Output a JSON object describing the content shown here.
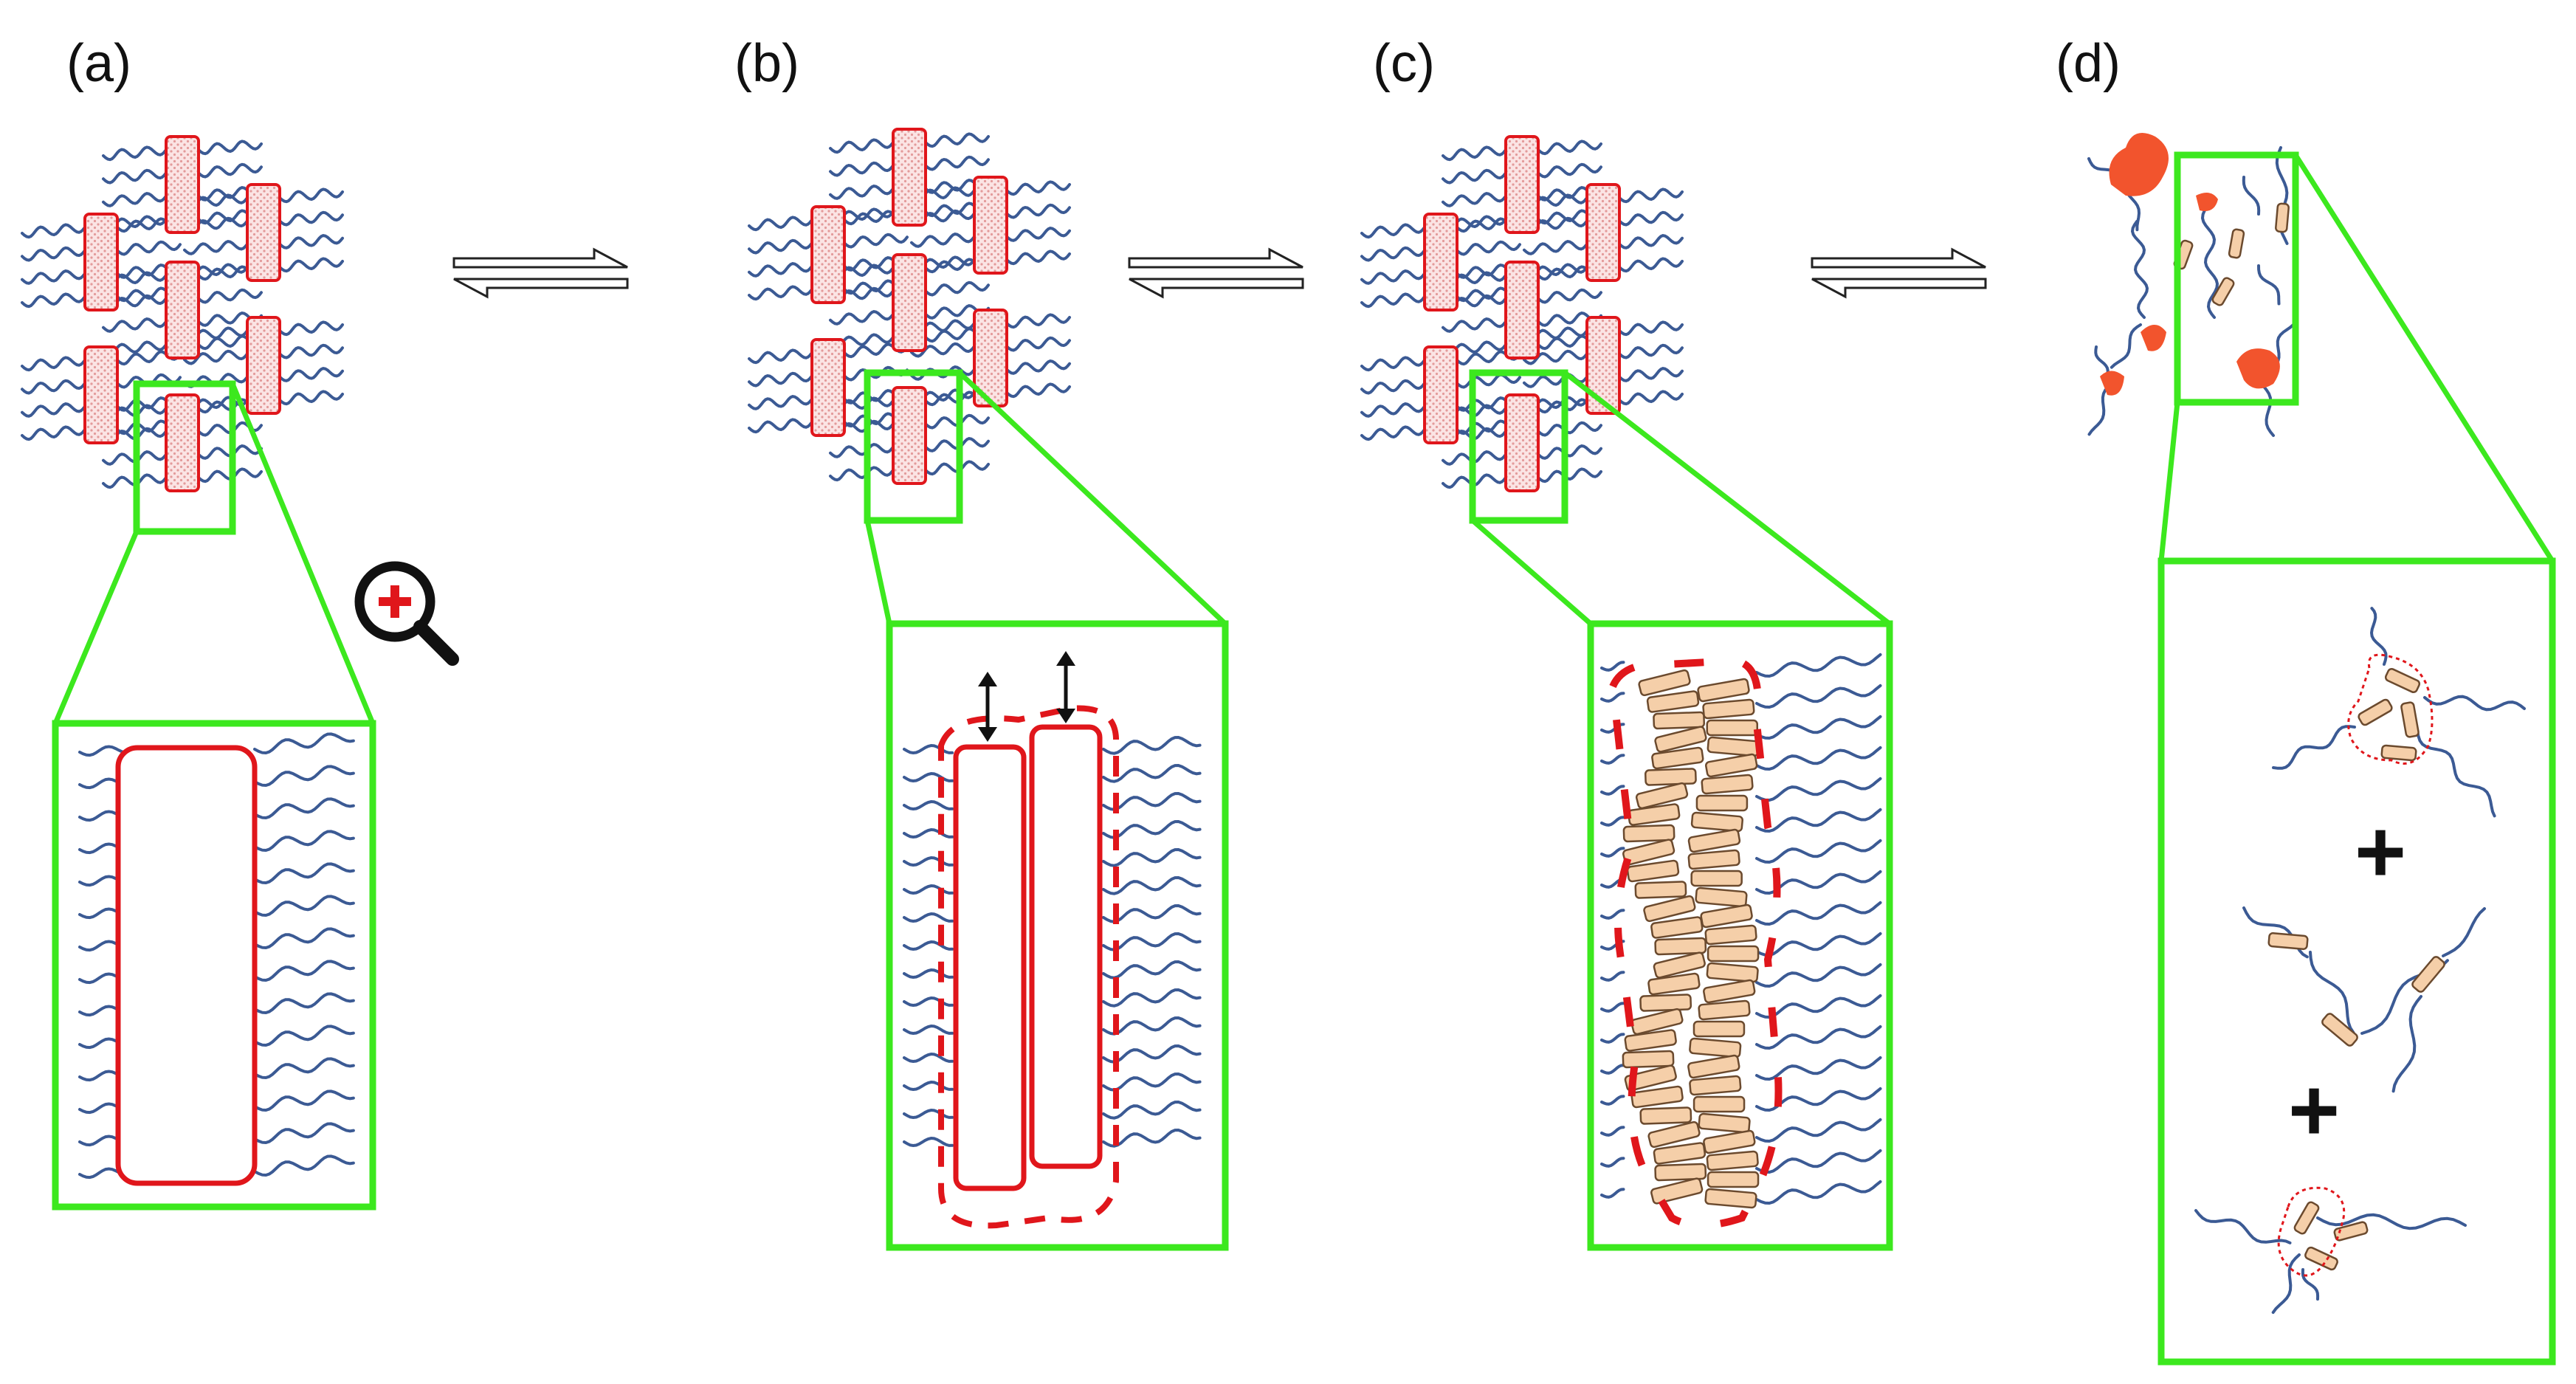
{
  "figure": {
    "panels": [
      {
        "id": "a",
        "label": "(a)"
      },
      {
        "id": "b",
        "label": "(b)"
      },
      {
        "id": "c",
        "label": "(c)"
      },
      {
        "id": "d",
        "label": "(d)"
      }
    ],
    "plus_signs": [
      "+",
      "+"
    ],
    "equilibrium_arrows": 3,
    "colors": {
      "chain": "#3b5a94",
      "rod_fill": "#f5cfa9",
      "rod_stroke": "#6b4a2e",
      "aggregate_border": "#e0161b",
      "zoom_frame": "#3ce81e",
      "stippled_block": "#f7dada",
      "blob": "#f2542d",
      "arrow": "#111111"
    },
    "icons": [
      "zoom-in-magnifier-icon"
    ]
  }
}
